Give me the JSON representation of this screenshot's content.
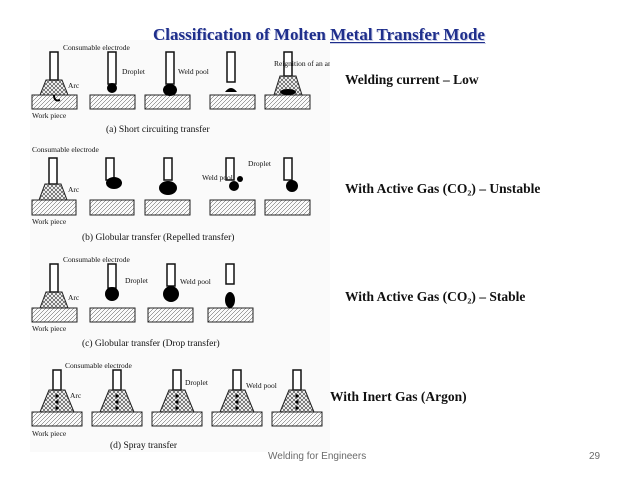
{
  "slide": {
    "title": "Classification of Molten Metal Transfer Mode",
    "footer_text": "Welding for Engineers",
    "page_number": "29"
  },
  "figure": {
    "panels": [
      {
        "caption": "(a) Short circuiting transfer",
        "labels": {
          "electrode": "Consumable electrode",
          "arc": "Arc",
          "workpiece": "Work piece",
          "droplet": "Droplet",
          "weld_pool": "Weld pool",
          "reignition": "Reignition of an arc"
        }
      },
      {
        "caption": "(b) Globular transfer (Repelled transfer)",
        "labels": {
          "electrode": "Consumable electrode",
          "arc": "Arc",
          "workpiece": "Work piece",
          "weld": "Weld pool",
          "droplet": "Droplet"
        }
      },
      {
        "caption": "(c) Globular transfer (Drop transfer)",
        "labels": {
          "electrode": "Consumable electrode",
          "arc": "Arc",
          "workpiece": "Work piece",
          "droplet": "Droplet",
          "weld_pool": "Weld pool"
        }
      },
      {
        "caption": "(d) Spray transfer",
        "labels": {
          "electrode": "Consumable electrode",
          "arc": "Arc",
          "workpiece": "Work piece",
          "droplet": "Droplet",
          "weld_pool": "Weld pool"
        }
      }
    ]
  },
  "notes": {
    "short_circuit": "Welding current – Low",
    "repelled": "With Active Gas (CO₂) – Unstable",
    "drop": "With Active Gas (CO₂) – Stable",
    "spray": "With Inert Gas (Argon)"
  }
}
